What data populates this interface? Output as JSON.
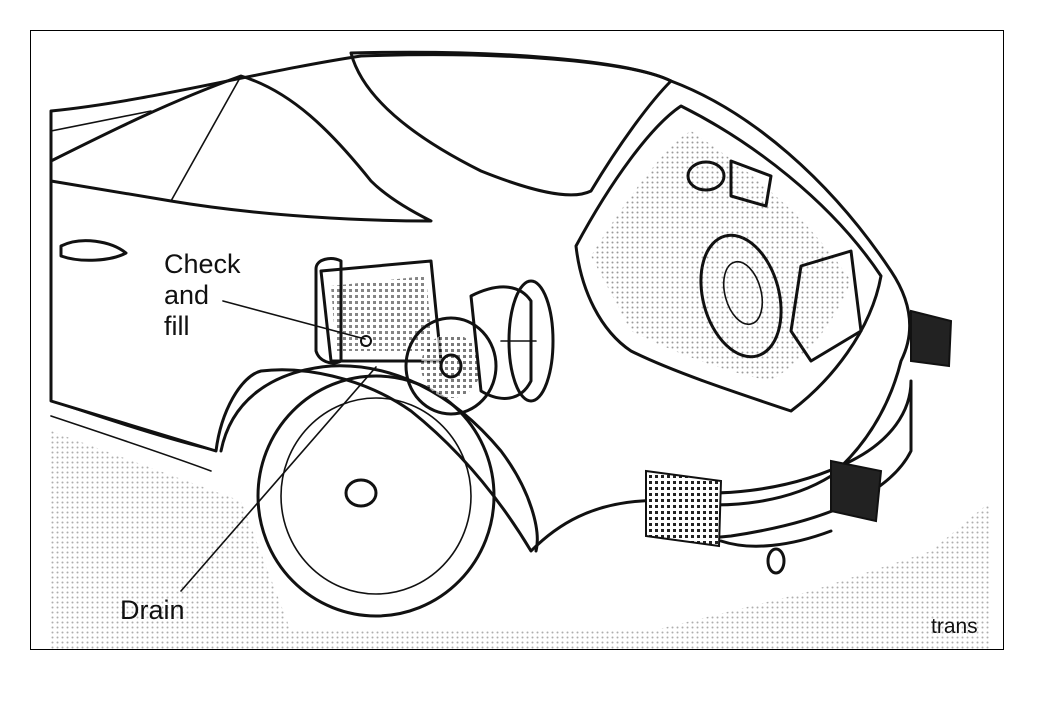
{
  "labels": {
    "check_fill": [
      "Check",
      "and",
      "fill"
    ],
    "drain": "Drain",
    "tag": "trans"
  },
  "colors": {
    "ink": "#111111",
    "paper": "#ffffff",
    "stipple": "#bdbdbd"
  }
}
